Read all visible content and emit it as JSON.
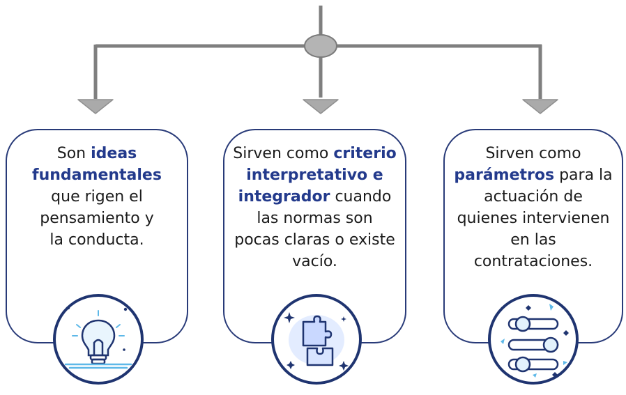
{
  "cards": [
    {
      "lines": [
        [
          {
            "t": "Son ",
            "b": false
          },
          {
            "t": "ideas",
            "b": true
          }
        ],
        [
          {
            "t": "fundamentales",
            "b": true
          }
        ],
        [
          {
            "t": "que rigen el",
            "b": false
          }
        ],
        [
          {
            "t": "pensamiento y",
            "b": false
          }
        ],
        [
          {
            "t": "la conducta.",
            "b": false
          }
        ]
      ],
      "icon": "lightbulb-icon"
    },
    {
      "lines": [
        [
          {
            "t": "Sirven como ",
            "b": false
          },
          {
            "t": "criterio",
            "b": true
          }
        ],
        [
          {
            "t": "interpretativo e",
            "b": true
          }
        ],
        [
          {
            "t": "integrador",
            "b": true
          },
          {
            "t": " cuando",
            "b": false
          }
        ],
        [
          {
            "t": "las normas son",
            "b": false
          }
        ],
        [
          {
            "t": "pocas claras o existe",
            "b": false
          }
        ],
        [
          {
            "t": "vacío.",
            "b": false
          }
        ]
      ],
      "icon": "puzzle-icon"
    },
    {
      "lines": [
        [
          {
            "t": "Sirven como",
            "b": false
          }
        ],
        [
          {
            "t": "parámetros",
            "b": true
          },
          {
            "t": " para la",
            "b": false
          }
        ],
        [
          {
            "t": "actuación de",
            "b": false
          }
        ],
        [
          {
            "t": "quienes intervienen",
            "b": false
          }
        ],
        [
          {
            "t": "en las",
            "b": false
          }
        ],
        [
          {
            "t": "contrataciones.",
            "b": false
          }
        ]
      ],
      "icon": "sliders-icon"
    }
  ],
  "colors": {
    "card_border": "#283a78",
    "highlight_text": "#233a8c",
    "connector": "#7f7f7f",
    "arrow": "#a8a8a8",
    "accent_light": "#5db8e8"
  }
}
